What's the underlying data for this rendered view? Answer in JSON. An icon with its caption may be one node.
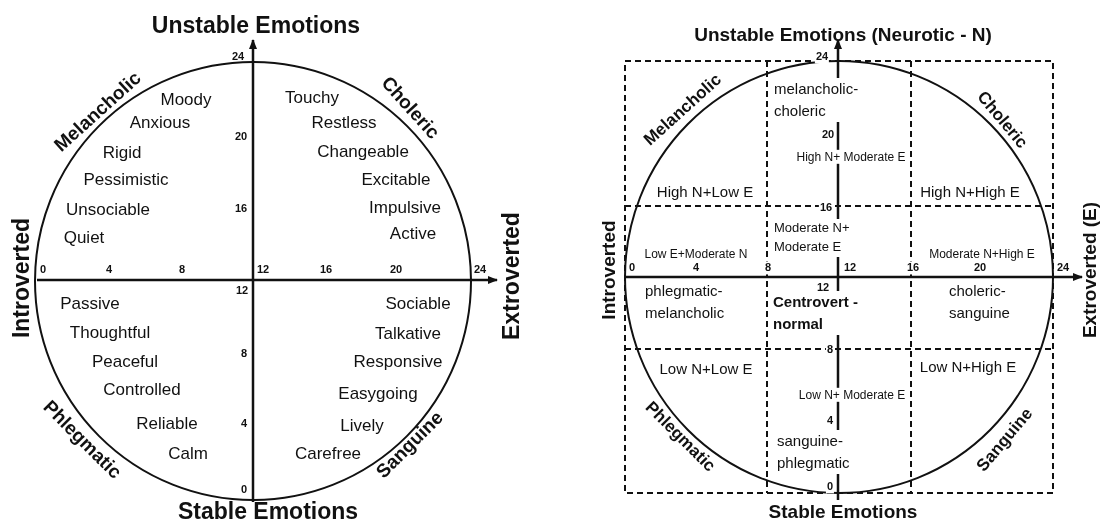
{
  "diagram": {
    "labels": [
      "Unstable Emotions",
      "24",
      "Melancholic",
      "Choleric",
      "Moody",
      "Touchy",
      "Anxious",
      "Restless",
      "20",
      "Rigid",
      "Changeable",
      "Pessimistic",
      "Excitable",
      "Unsociable",
      "16",
      "Impulsive",
      "Quiet",
      "Active",
      "Introverted",
      "0",
      "4",
      "8",
      "12",
      "16",
      "20",
      "24",
      "Extroverted",
      "12",
      "Passive",
      "Sociable",
      "Thoughtful",
      "Talkative",
      "8",
      "Peaceful",
      "Responsive",
      "Controlled",
      "Easygoing",
      "Reliable",
      "4",
      "Lively",
      "Phlegmatic",
      "Sanguine",
      "Calm",
      "Carefree",
      "0",
      "Stable Emotions",
      "Unstable Emotions (Neurotic - N)",
      "24",
      "Melancholic",
      "melancholic- choleric",
      "Choleric",
      "20",
      "High N+ Moderate E",
      "High N+Low E",
      "High N+High E",
      "16",
      "Moderate N+ Moderate E",
      "Low E+Moderate N",
      "Moderate N+High E",
      "Introverted",
      "0",
      "4",
      "8",
      "12",
      "16",
      "20",
      "24",
      "Extroverted (E)",
      "12",
      "phlegmatic- melancholic",
      "Centrovert - normal",
      "choleric- sanguine",
      "8",
      "Low N+Low E",
      "Low N+High E",
      "Low N+ Moderate E",
      "4",
      "Phlegmatic",
      "sanguine- phlegmatic",
      "Sanguine",
      "0",
      "Stable Emotions"
    ]
  }
}
